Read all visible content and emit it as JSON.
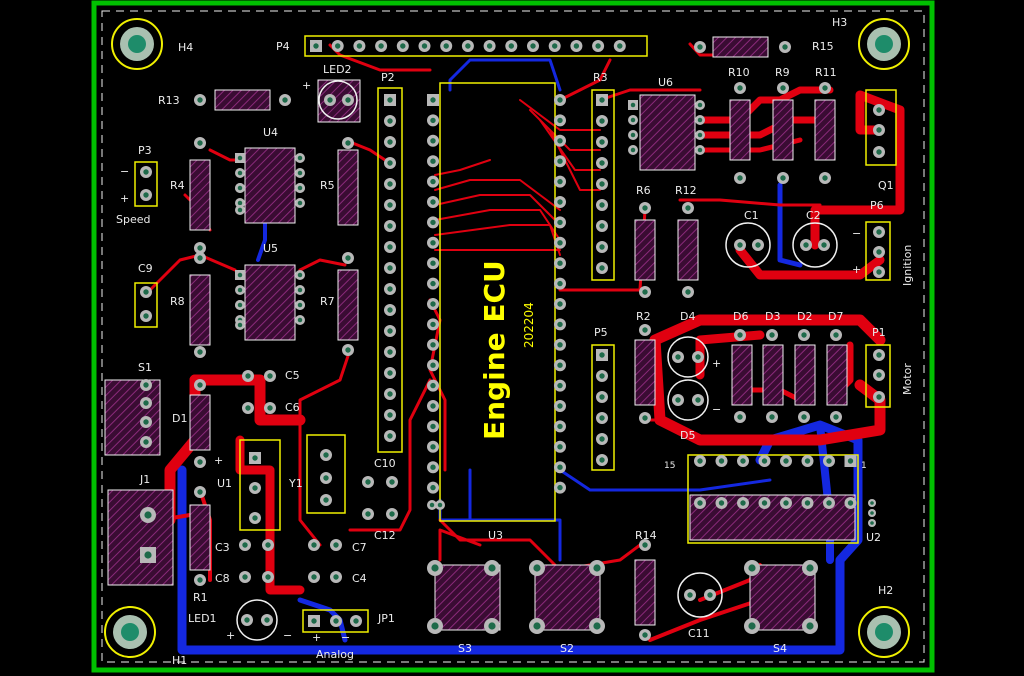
{
  "board": {
    "title": "Engine ECU",
    "revision": "202204",
    "colors": {
      "background": "#000000",
      "outline": "#00c000",
      "copper_top": "#e00010",
      "copper_bottom": "#1428e0",
      "silkscreen": "#f0f000",
      "pad": "#b8b8b8",
      "pad_dark": "#2a8c5a",
      "body_hatch": "#6a1a5a"
    }
  },
  "labels": {
    "H1": "H1",
    "H2": "H2",
    "H3": "H3",
    "H4": "H4",
    "P1": "P1",
    "P2": "P2",
    "P3": "P3",
    "P4": "P4",
    "P5": "P5",
    "P6": "P6",
    "R1": "R1",
    "R2": "R2",
    "R3": "R3",
    "R4": "R4",
    "R5": "R5",
    "R6": "R6",
    "R7": "R7",
    "R8": "R8",
    "R9": "R9",
    "R10": "R10",
    "R11": "R11",
    "R12": "R12",
    "R13": "R13",
    "R14": "R14",
    "R15": "R15",
    "C1": "C1",
    "C2": "C2",
    "C3": "C3",
    "C4": "C4",
    "C5": "C5",
    "C6": "C6",
    "C7": "C7",
    "C8": "C8",
    "C9": "C9",
    "C10": "C10",
    "C11": "C11",
    "C12": "C12",
    "D1": "D1",
    "D2": "D2",
    "D3": "D3",
    "D4": "D4",
    "D5": "D5",
    "D6": "D6",
    "D7": "D7",
    "U1": "U1",
    "U2": "U2",
    "U3": "U3",
    "U4": "U4",
    "U5": "U5",
    "U6": "U6",
    "S1": "S1",
    "S2": "S2",
    "S3": "S3",
    "S4": "S4",
    "J1": "J1",
    "JP1": "JP1",
    "Y1": "Y1",
    "Q1": "Q1",
    "LED1": "LED1",
    "LED2": "LED2",
    "speed": "Speed",
    "ignition": "Ignition",
    "motor": "Motor",
    "analog": "Analog",
    "plus": "+",
    "minus": "−",
    "pin15": "15",
    "pin1": "1"
  }
}
